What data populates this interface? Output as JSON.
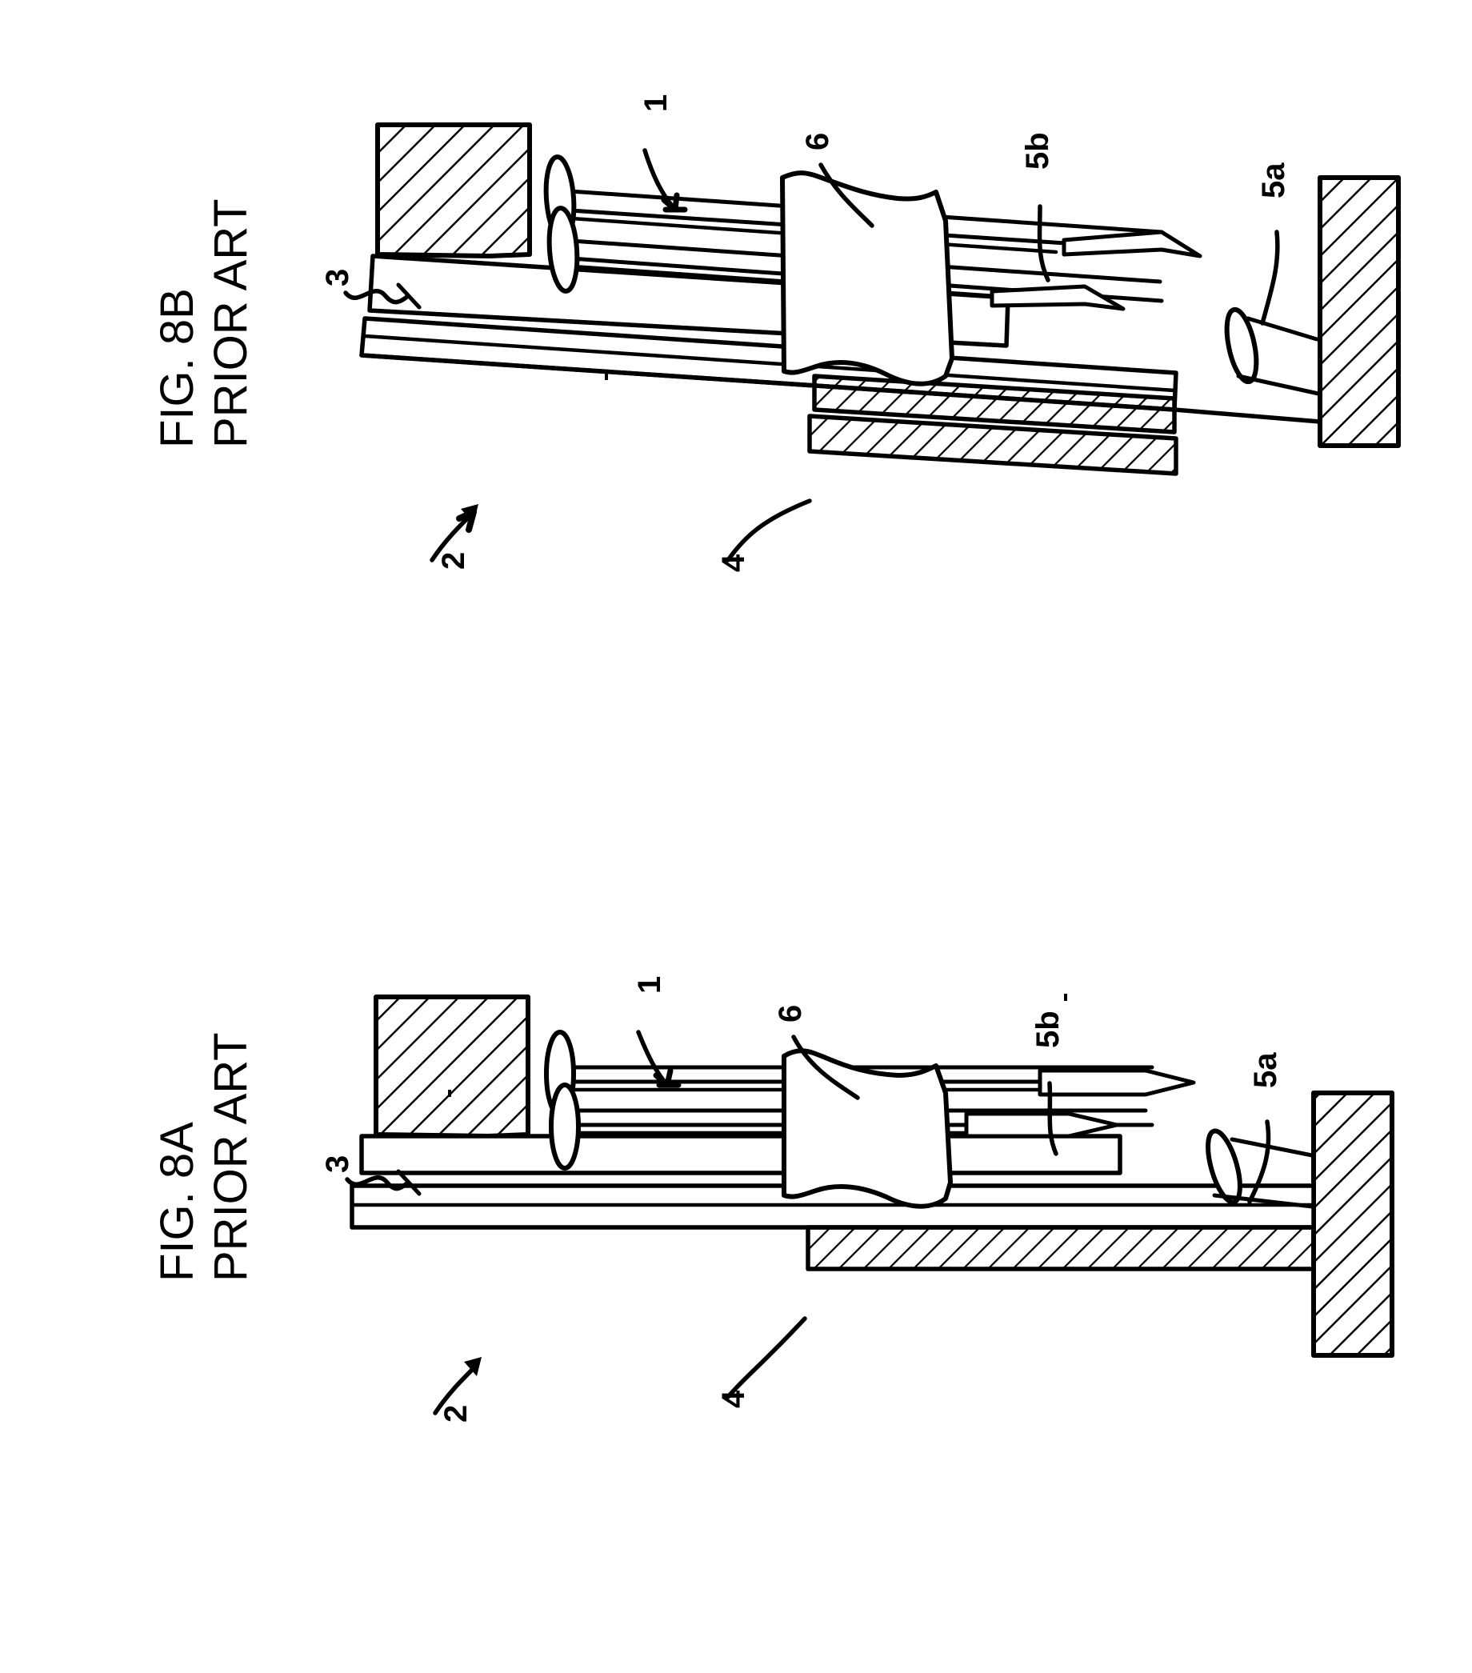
{
  "sheet": {
    "background_color": "#ffffff",
    "ink_color": "#000000",
    "orientation": "landscape-drawing-on-portrait-sheet",
    "rotation_note": "all text rotated 90 degrees counter-clockwise"
  },
  "figures": [
    {
      "id": "fig-8b",
      "caption_line1": "FIG. 8B",
      "caption_line2": "PRIOR ART",
      "position": "top",
      "description": "Cross-sectional view of a pin / rod assembly with workpiece tilted relative to the guide plate",
      "refs": [
        {
          "key": "1",
          "label": "1",
          "name": "rod-assembly"
        },
        {
          "key": "6",
          "label": "6",
          "name": "workpiece-sheet"
        },
        {
          "key": "5b",
          "label": "5b",
          "name": "upper-pin"
        },
        {
          "key": "5a",
          "label": "5a",
          "name": "lower-pin"
        },
        {
          "key": "3",
          "label": "3",
          "name": "guide-plate"
        },
        {
          "key": "2",
          "label": "2",
          "name": "base-plate"
        },
        {
          "key": "4",
          "label": "4",
          "name": "support-block"
        }
      ]
    },
    {
      "id": "fig-8a",
      "caption_line1": "FIG. 8A",
      "caption_line2": "PRIOR ART",
      "position": "bottom",
      "description": "Cross-sectional view of the same pin / rod assembly in the aligned, parallel condition",
      "refs": [
        {
          "key": "1",
          "label": "1",
          "name": "rod-assembly"
        },
        {
          "key": "6",
          "label": "6",
          "name": "workpiece-sheet"
        },
        {
          "key": "5b",
          "label": "5b",
          "name": "upper-pin"
        },
        {
          "key": "5a",
          "label": "5a",
          "name": "lower-pin"
        },
        {
          "key": "3",
          "label": "3",
          "name": "guide-plate"
        },
        {
          "key": "2",
          "label": "2",
          "name": "base-plate"
        },
        {
          "key": "4",
          "label": "4",
          "name": "support-block"
        }
      ]
    }
  ]
}
